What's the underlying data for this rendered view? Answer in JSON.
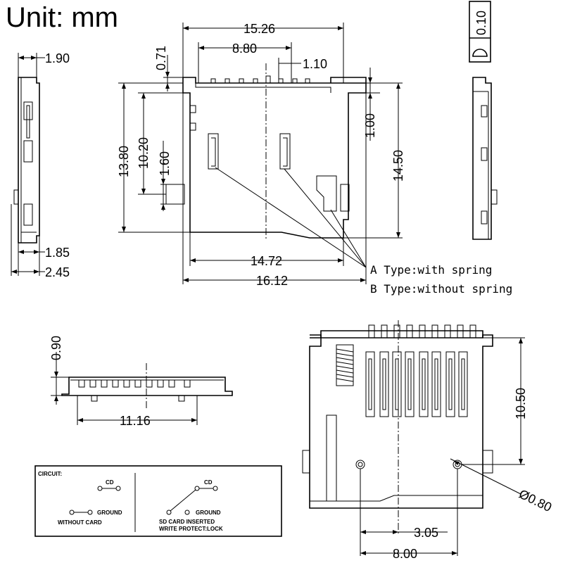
{
  "title": "Unit: mm",
  "tolerance": "0.10",
  "dims": {
    "d1_90": "1.90",
    "d1_85": "1.85",
    "d2_45": "2.45",
    "d15_26": "15.26",
    "d8_80": "8.80",
    "d0_71": "0.71",
    "d1_10": "1.10",
    "d1_00": "1.00",
    "d13_80": "13.80",
    "d10_20": "10.20",
    "d1_60": "1.60",
    "d14_50": "14.50",
    "d14_72": "14.72",
    "d16_12": "16.12",
    "d0_90": "0.90",
    "d11_16": "11.16",
    "d10_50": "10.50",
    "d3_05": "3.05",
    "d8_00": "8.00",
    "d0_80": "Ø0.80"
  },
  "notes": {
    "type_a": "A  Type:with spring",
    "type_b": "B  Type:without spring"
  },
  "circuit": {
    "heading": "CIRCUIT:",
    "cd_left": "CD",
    "ground_left": "GROUND",
    "without_card": "WITHOUT  CARD",
    "cd_right": "CD",
    "ground_right": "GROUND",
    "sd_inserted": "SD CARD INSERTED",
    "write_protect": "WRITE PROTECT:LOCK"
  }
}
